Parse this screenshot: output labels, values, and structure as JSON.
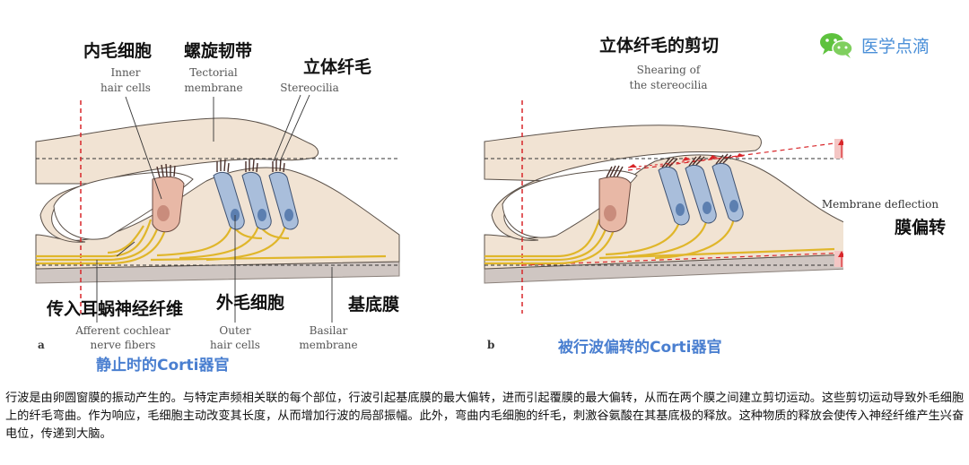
{
  "left_panel": {
    "letter": "a",
    "title_cn": "静止时的Corti器官",
    "labels": {
      "inner_hair_cells_cn": "内毛细胞",
      "inner_hair_cells_en_1": "Inner",
      "inner_hair_cells_en_2": "hair cells",
      "tectorial_cn": "螺旋韧带",
      "tectorial_en_1": "Tectorial",
      "tectorial_en_2": "membrane",
      "stereocilia_cn": "立体纤毛",
      "stereocilia_en": "Stereocilia",
      "afferent_cn": "传入耳蜗神经纤维",
      "afferent_en_1": "Afferent cochlear",
      "afferent_en_2": "nerve fibers",
      "outer_cn": "外毛细胞",
      "outer_en_1": "Outer",
      "outer_en_2": "hair cells",
      "basilar_cn": "基底膜",
      "basilar_en_1": "Basilar",
      "basilar_en_2": "membrane"
    }
  },
  "right_panel": {
    "letter": "b",
    "title_cn": "被行波偏转的Corti器官",
    "labels": {
      "shearing_cn": "立体纤毛的剪切",
      "shearing_en_1": "Shearing of",
      "shearing_en_2": "the stereocilia",
      "deflection_en": "Membrane deflection",
      "deflection_cn": "膜偏转"
    }
  },
  "logo": {
    "text": "医学点滴",
    "icon": "wechat-icon"
  },
  "caption": "行波是由卵圆窗膜的振动产生的。与特定声频相关联的每个部位，行波引起基底膜的最大偏转，进而引起覆膜的最大偏转，从而在两个膜之间建立剪切运动。这些剪切运动导致外毛细胞上的纤毛弯曲。作为响应，毛细胞主动改变其长度，从而增加行波的局部振幅。此外，弯曲内毛细胞的纤毛，刺激谷氨酸在其基底极的释放。这种物质的释放会使传入神经纤维产生兴奋电位，传递到大脑。",
  "colors": {
    "tissue": "#f1e3d3",
    "tissue_stroke": "#5a5048",
    "inner_cell": "#e8b8a6",
    "outer_cell": "#a9bedb",
    "nucleus_inner": "#c98c7c",
    "nucleus_outer": "#5c7fb0",
    "nerve": "#e0b62a",
    "basilar": "#cfc6c2",
    "red_dashed": "#d8262a",
    "accent_blue": "#4a7fd0"
  }
}
